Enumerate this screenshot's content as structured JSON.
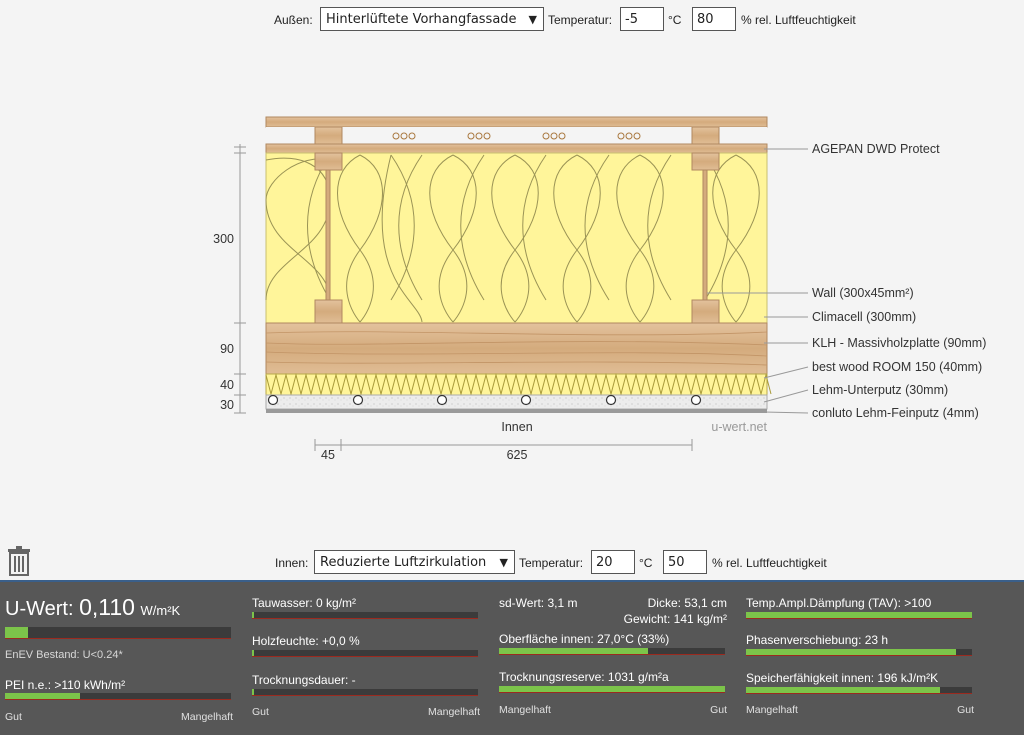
{
  "outside": {
    "label": "Außen:",
    "type": "Hinterlüftete Vorhangfassade",
    "temp_label": "Temperatur:",
    "temp": "-5",
    "temp_unit": "°C",
    "humidity": "80",
    "humidity_label": "% rel. Luftfeuchtigkeit"
  },
  "inside": {
    "label": "Innen:",
    "type": "Reduzierte Luftzirkulation",
    "temp_label": "Temperatur:",
    "temp": "20",
    "temp_unit": "°C",
    "humidity": "50",
    "humidity_label": "% rel. Luftfeuchtigkeit"
  },
  "layers": [
    "AGEPAN DWD Protect",
    "Wall (300x45mm²)",
    "Climacell (300mm)",
    "KLH - Massivholzplatte (90mm)",
    "best wood ROOM 150 (40mm)",
    "Lehm-Unterputz (30mm)",
    "conluto Lehm-Feinputz (4mm)"
  ],
  "dims": {
    "d300": "300",
    "d90": "90",
    "d40": "40",
    "d30": "30",
    "w45": "45",
    "w625": "625",
    "inside_label": "Innen",
    "watermark": "u-wert.net"
  },
  "results": {
    "uwert_label": "U-Wert:",
    "uwert_value": "0,110",
    "uwert_unit": "W/m²K",
    "uwert_level": 0.1,
    "enev": "EnEV Bestand: U<0.24*",
    "pei": "PEI n.e.: >110 kWh/m²",
    "pei_level": 0.33,
    "tauwasser": "Tauwasser: 0 kg/m²",
    "tauwasser_level": 0.01,
    "holzfeuchte": "Holzfeuchte: +0,0 %",
    "holzfeuchte_level": 0.01,
    "trocknungsdauer": "Trocknungsdauer: -",
    "trocknungsdauer_level": 0.01,
    "sd": "sd-Wert: 3,1 m",
    "dicke": "Dicke: 53,1 cm",
    "gewicht": "Gewicht: 141 kg/m²",
    "oberflaeche": "Oberfläche innen: 27,0°C (33%)",
    "oberflaeche_level": 0.66,
    "trocknungsreserve": "Trocknungsreserve: 1031 g/m²a",
    "trocknungsreserve_level": 1.0,
    "tav": "Temp.Ampl.Dämpfung (TAV): >100",
    "tav_level": 1.0,
    "phase": "Phasenverschiebung: 23 h",
    "phase_level": 0.93,
    "speicher": "Speicherfähigkeit innen: 196 kJ/m²K",
    "speicher_level": 0.86,
    "gut": "Gut",
    "mangelhaft": "Mangelhaft"
  },
  "colors": {
    "insulation": "#fff59a",
    "wood": "#d9b48a",
    "bar_fill": "#7cc44a",
    "panel_bg": "#575757"
  }
}
